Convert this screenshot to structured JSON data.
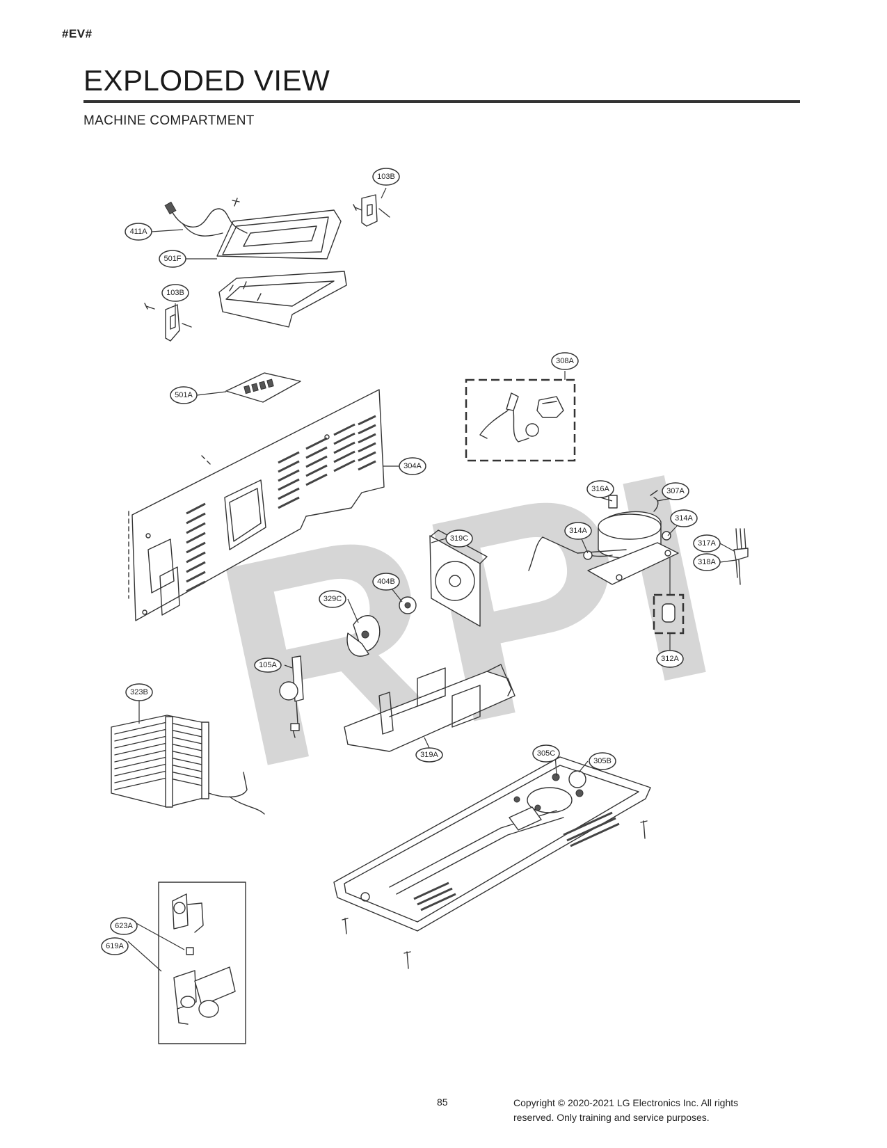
{
  "header": {
    "tag": "#EV#",
    "title": "EXPLODED VIEW",
    "subtitle": "MACHINE COMPARTMENT"
  },
  "watermark": "RPI",
  "callouts": {
    "c103B_top": "103B",
    "c411A": "411A",
    "c501F": "501F",
    "c103B_left": "103B",
    "c308A": "308A",
    "c501A": "501A",
    "c304A": "304A",
    "c316A": "316A",
    "c307A": "307A",
    "c314A_right": "314A",
    "c314A_left": "314A",
    "c317A": "317A",
    "c318A": "318A",
    "c319C": "319C",
    "c404B": "404B",
    "c329C": "329C",
    "c312A": "312A",
    "c105A": "105A",
    "c323B": "323B",
    "c319A": "319A",
    "c305C": "305C",
    "c305B": "305B",
    "c623A": "623A",
    "c619A": "619A"
  },
  "footer": {
    "page_number": "85",
    "copyright_line1": "Copyright © 2020-2021 LG Electronics Inc. All rights",
    "copyright_line2": "reserved. Only training and service purposes."
  }
}
